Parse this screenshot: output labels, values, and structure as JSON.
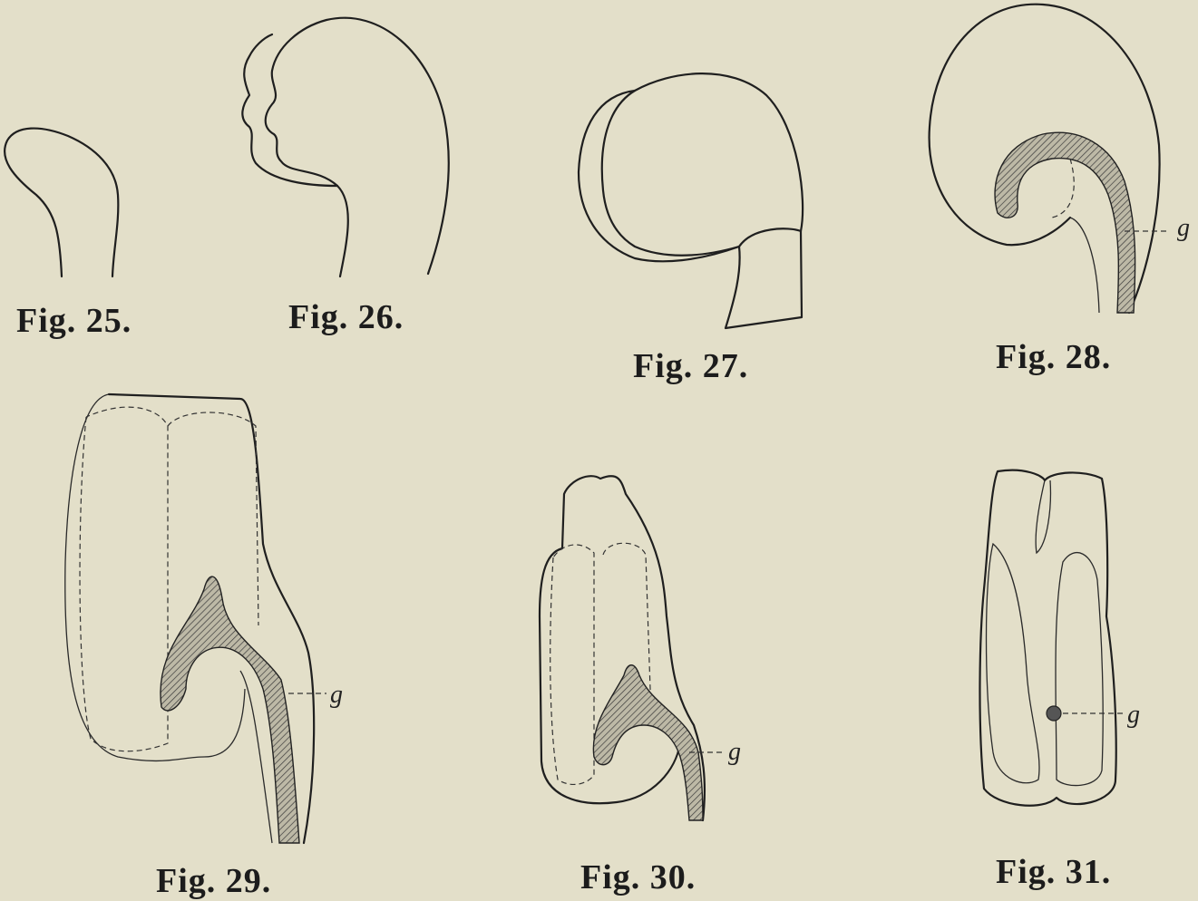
{
  "figures": [
    {
      "id": "fig25",
      "caption": "Fig. 25."
    },
    {
      "id": "fig26",
      "caption": "Fig. 26."
    },
    {
      "id": "fig27",
      "caption": "Fig. 27."
    },
    {
      "id": "fig28",
      "caption": "Fig. 28.",
      "label": "g"
    },
    {
      "id": "fig29",
      "caption": "Fig. 29.",
      "label": "g"
    },
    {
      "id": "fig30",
      "caption": "Fig. 30.",
      "label": "g"
    },
    {
      "id": "fig31",
      "caption": "Fig. 31.",
      "label": "g"
    }
  ],
  "colors": {
    "paper": "#e3dfc9",
    "ink": "#1f1f1f"
  }
}
